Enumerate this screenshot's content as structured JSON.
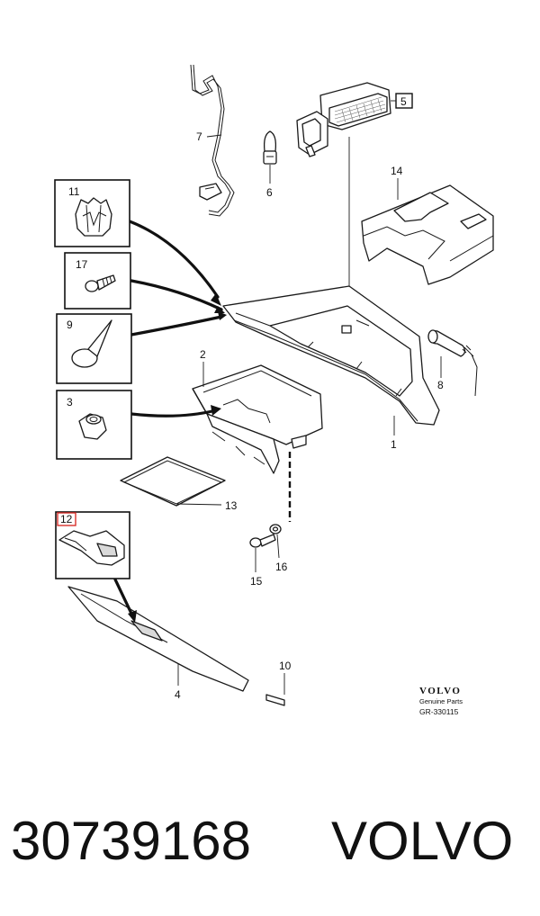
{
  "labels": {
    "p1": "1",
    "p2": "2",
    "p3": "3",
    "p4": "4",
    "p5": "5",
    "p6": "6",
    "p7": "7",
    "p8": "8",
    "p9": "9",
    "p10": "10",
    "p11": "11",
    "p12": "12",
    "p13": "13",
    "p14": "14",
    "p15": "15",
    "p16": "16",
    "p17": "17"
  },
  "logo": {
    "word": "VOLVO",
    "sub": "Genuine Parts",
    "code": "GR-330115"
  },
  "footer": {
    "part_number": "30739168",
    "brand": "VOLVO"
  },
  "colors": {
    "highlight_box": "#d9302b",
    "line": "#1a1a1a"
  }
}
